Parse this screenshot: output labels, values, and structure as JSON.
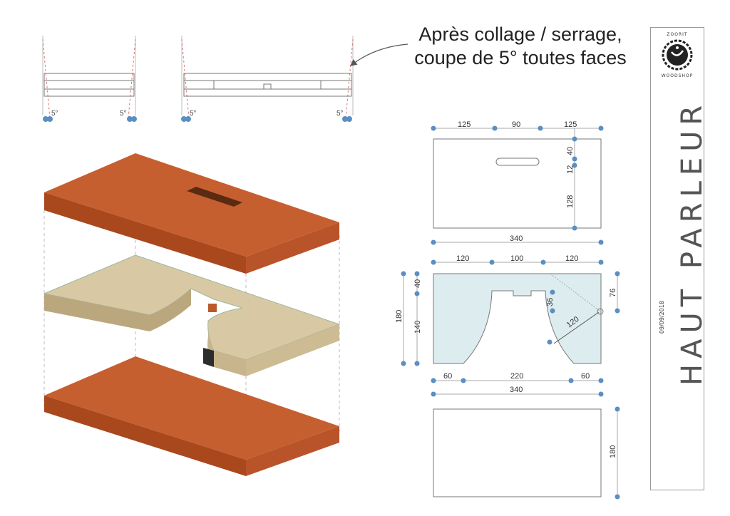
{
  "note": {
    "line1": "Après collage / serrage,",
    "line2": "coupe de 5° toutes faces"
  },
  "brand": {
    "top_text": "ZOORIT",
    "bottom_text": "WOODSHOP",
    "icon": "saw-blade-logo-icon"
  },
  "project": {
    "title": "HAUT PARLEUR",
    "date": "09/09/2018"
  },
  "side_views": {
    "angle_label": "5°"
  },
  "top_panel": {
    "dims_top": [
      "125",
      "90",
      "125"
    ],
    "dims_right": [
      "40",
      "12",
      "128"
    ],
    "width": "340"
  },
  "middle_panel": {
    "dims_top": [
      "120",
      "100",
      "120"
    ],
    "left_small": "40",
    "left_lower": "140",
    "left_total": "180",
    "notch_depth": "36",
    "radius": "120",
    "right_dim": "76",
    "dims_bottom": [
      "60",
      "220",
      "60"
    ]
  },
  "bottom_panel": {
    "width": "340",
    "height": "180"
  },
  "colors": {
    "dimension_dot": "#5b8ec2",
    "panel_wood": "#c65f2f",
    "panel_wood_edge": "#a0461c",
    "middle_wood": "#d6c7a5",
    "middle_fill": "#dcecef"
  }
}
